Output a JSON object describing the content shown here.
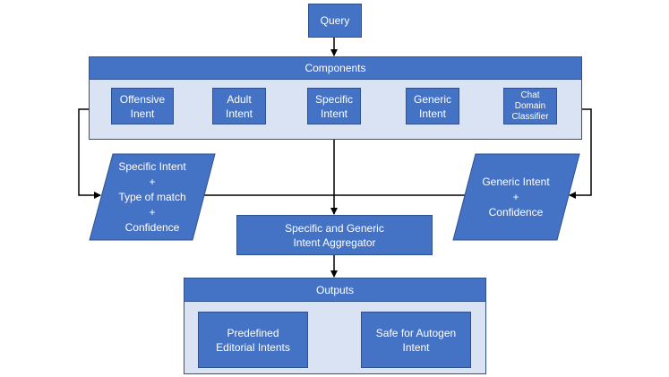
{
  "query": {
    "label": "Query"
  },
  "components": {
    "title": "Components",
    "items": [
      {
        "label": "Offensive\nInent"
      },
      {
        "label": "Adult\nIntent"
      },
      {
        "label": "Specific\nIntent"
      },
      {
        "label": "Generic\nIntent"
      },
      {
        "label": "Chat\nDomain\nClassifier"
      }
    ]
  },
  "specific_output": {
    "label": "Specific Intent\n+\nType of match\n+\nConfidence"
  },
  "generic_output": {
    "label": "Generic Intent\n+\nConfidence"
  },
  "aggregator": {
    "label": "Specific and Generic\nIntent Aggregator"
  },
  "outputs": {
    "title": "Outputs",
    "items": [
      {
        "label": "Predefined\nEditorial Intents"
      },
      {
        "label": "Safe for Autogen\nIntent"
      }
    ]
  },
  "colors": {
    "box_fill": "#4472c4",
    "box_border": "#2f528f",
    "panel_fill": "#dae3f3",
    "arrow": "#000000"
  }
}
